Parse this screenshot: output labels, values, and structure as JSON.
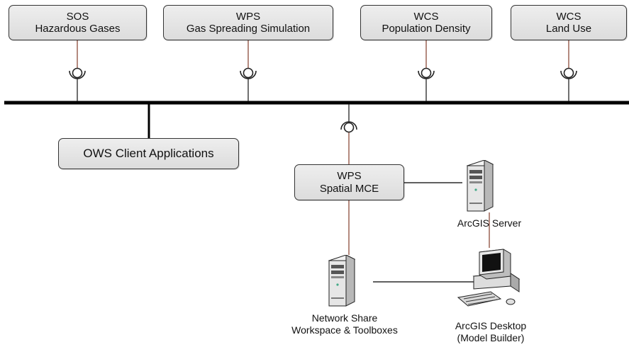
{
  "services": [
    {
      "id": "sos",
      "line1": "SOS",
      "line2": "Hazardous Gases"
    },
    {
      "id": "wps-gas",
      "line1": "WPS",
      "line2": "Gas Spreading Simulation"
    },
    {
      "id": "wcs-pop",
      "line1": "WCS",
      "line2": "Population Density"
    },
    {
      "id": "wcs-land",
      "line1": "WCS",
      "line2": "Land Use"
    }
  ],
  "client": {
    "label": "OWS Client Applications"
  },
  "wps_mce": {
    "line1": "WPS",
    "line2": "Spatial MCE"
  },
  "arcgis_server": {
    "label": "ArcGIS Server",
    "icon": "server-tower-icon"
  },
  "network_share": {
    "line1": "Network Share",
    "line2": "Workspace & Toolboxes",
    "icon": "server-tower-icon"
  },
  "arcgis_desktop": {
    "line1": "ArcGIS Desktop",
    "line2": "(Model Builder)",
    "icon": "desktop-computer-icon"
  },
  "colors": {
    "bus": "#000000",
    "box_border": "#333333",
    "wire_brown": "#8b4a3a",
    "wire_black": "#000000"
  }
}
